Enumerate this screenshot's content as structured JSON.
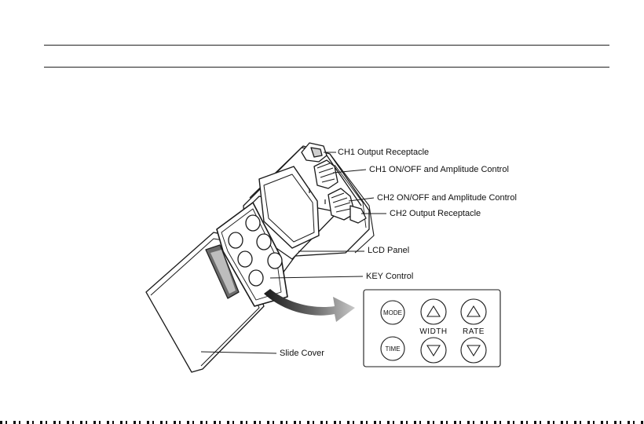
{
  "callouts": {
    "ch1_output": "CH1 Output Receptacle",
    "ch1_control": "CH1 ON/OFF and Amplitude Control",
    "ch2_control": "CH2 ON/OFF and Amplitude Control",
    "ch2_output": "CH2 Output Receptacle",
    "lcd_panel": "LCD Panel",
    "key_control": "KEY Control",
    "slide_cover": "Slide Cover"
  },
  "keypad": {
    "mode": "MODE",
    "time": "TIME",
    "width": "WIDTH",
    "rate": "RATE"
  }
}
